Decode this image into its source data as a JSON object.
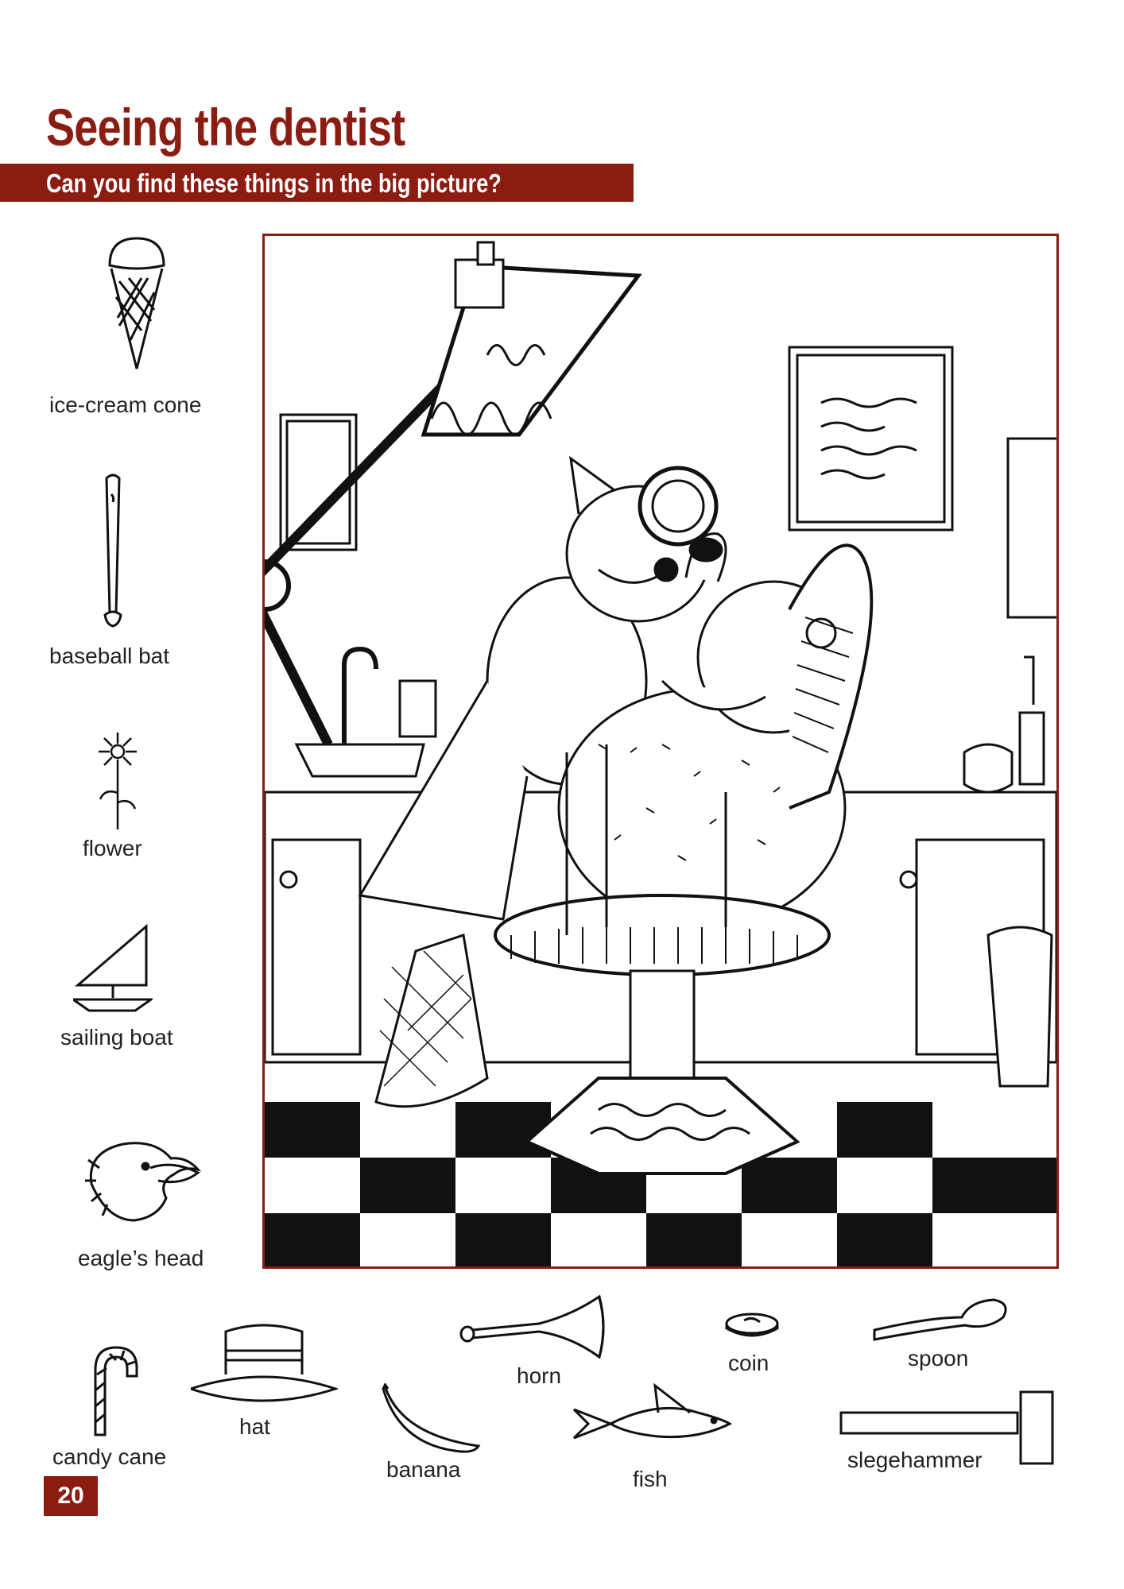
{
  "page": {
    "title": "Seeing the dentist",
    "subtitle": "Can you find these things in the big picture?",
    "page_number": "20"
  },
  "colors": {
    "accent": "#8b1c12",
    "ink": "#1a1a1a",
    "paper": "#ffffff"
  },
  "items": {
    "ice_cream_cone": {
      "label": "ice-cream cone",
      "icon": "ice-cream-cone-icon"
    },
    "baseball_bat": {
      "label": "baseball bat",
      "icon": "baseball-bat-icon"
    },
    "flower": {
      "label": "flower",
      "icon": "flower-icon"
    },
    "sailing_boat": {
      "label": "sailing boat",
      "icon": "sailing-boat-icon"
    },
    "eagles_head": {
      "label": "eagle’s head",
      "icon": "eagle-head-icon"
    },
    "candy_cane": {
      "label": "candy cane",
      "icon": "candy-cane-icon"
    },
    "hat": {
      "label": "hat",
      "icon": "hat-icon"
    },
    "banana": {
      "label": "banana",
      "icon": "banana-icon"
    },
    "horn": {
      "label": "horn",
      "icon": "horn-icon"
    },
    "fish": {
      "label": "fish",
      "icon": "fish-icon"
    },
    "coin": {
      "label": "coin",
      "icon": "coin-icon"
    },
    "spoon": {
      "label": "spoon",
      "icon": "spoon-icon"
    },
    "sledgehammer": {
      "label": "slegehammer",
      "icon": "sledgehammer-icon"
    }
  }
}
